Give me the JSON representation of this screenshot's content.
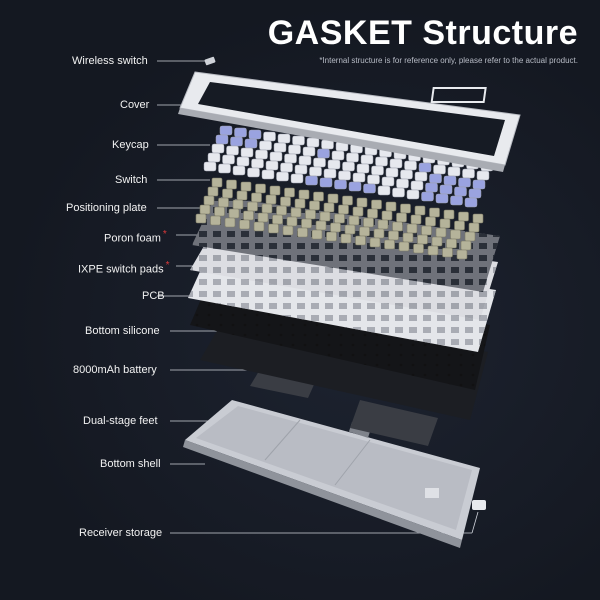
{
  "header": {
    "title": "GASKET Structure",
    "note": "*Internal structure is for reference only, please refer to the actual product."
  },
  "labels": [
    {
      "text": "Wireless switch",
      "star": ""
    },
    {
      "text": "Cover",
      "star": ""
    },
    {
      "text": "Keycap",
      "star": ""
    },
    {
      "text": "Switch",
      "star": ""
    },
    {
      "text": "Positioning plate",
      "star": ""
    },
    {
      "text": "Poron foam",
      "star": "*"
    },
    {
      "text": "IXPE switch pads",
      "star": "*"
    },
    {
      "text": "PCB",
      "star": ""
    },
    {
      "text": "Bottom silicone",
      "star": ""
    },
    {
      "text": "8000mAh battery",
      "star": ""
    },
    {
      "text": "Dual-stage feet",
      "star": ""
    },
    {
      "text": "Bottom shell",
      "star": ""
    },
    {
      "text": "Receiver storage",
      "star": ""
    }
  ],
  "colors": {
    "background": "#161b24",
    "accent_star": "#e03a3a",
    "keycap_purple": "#9aa3e0",
    "keycap_white": "#e6e8ee",
    "switch_khaki": "#b5b39a"
  }
}
